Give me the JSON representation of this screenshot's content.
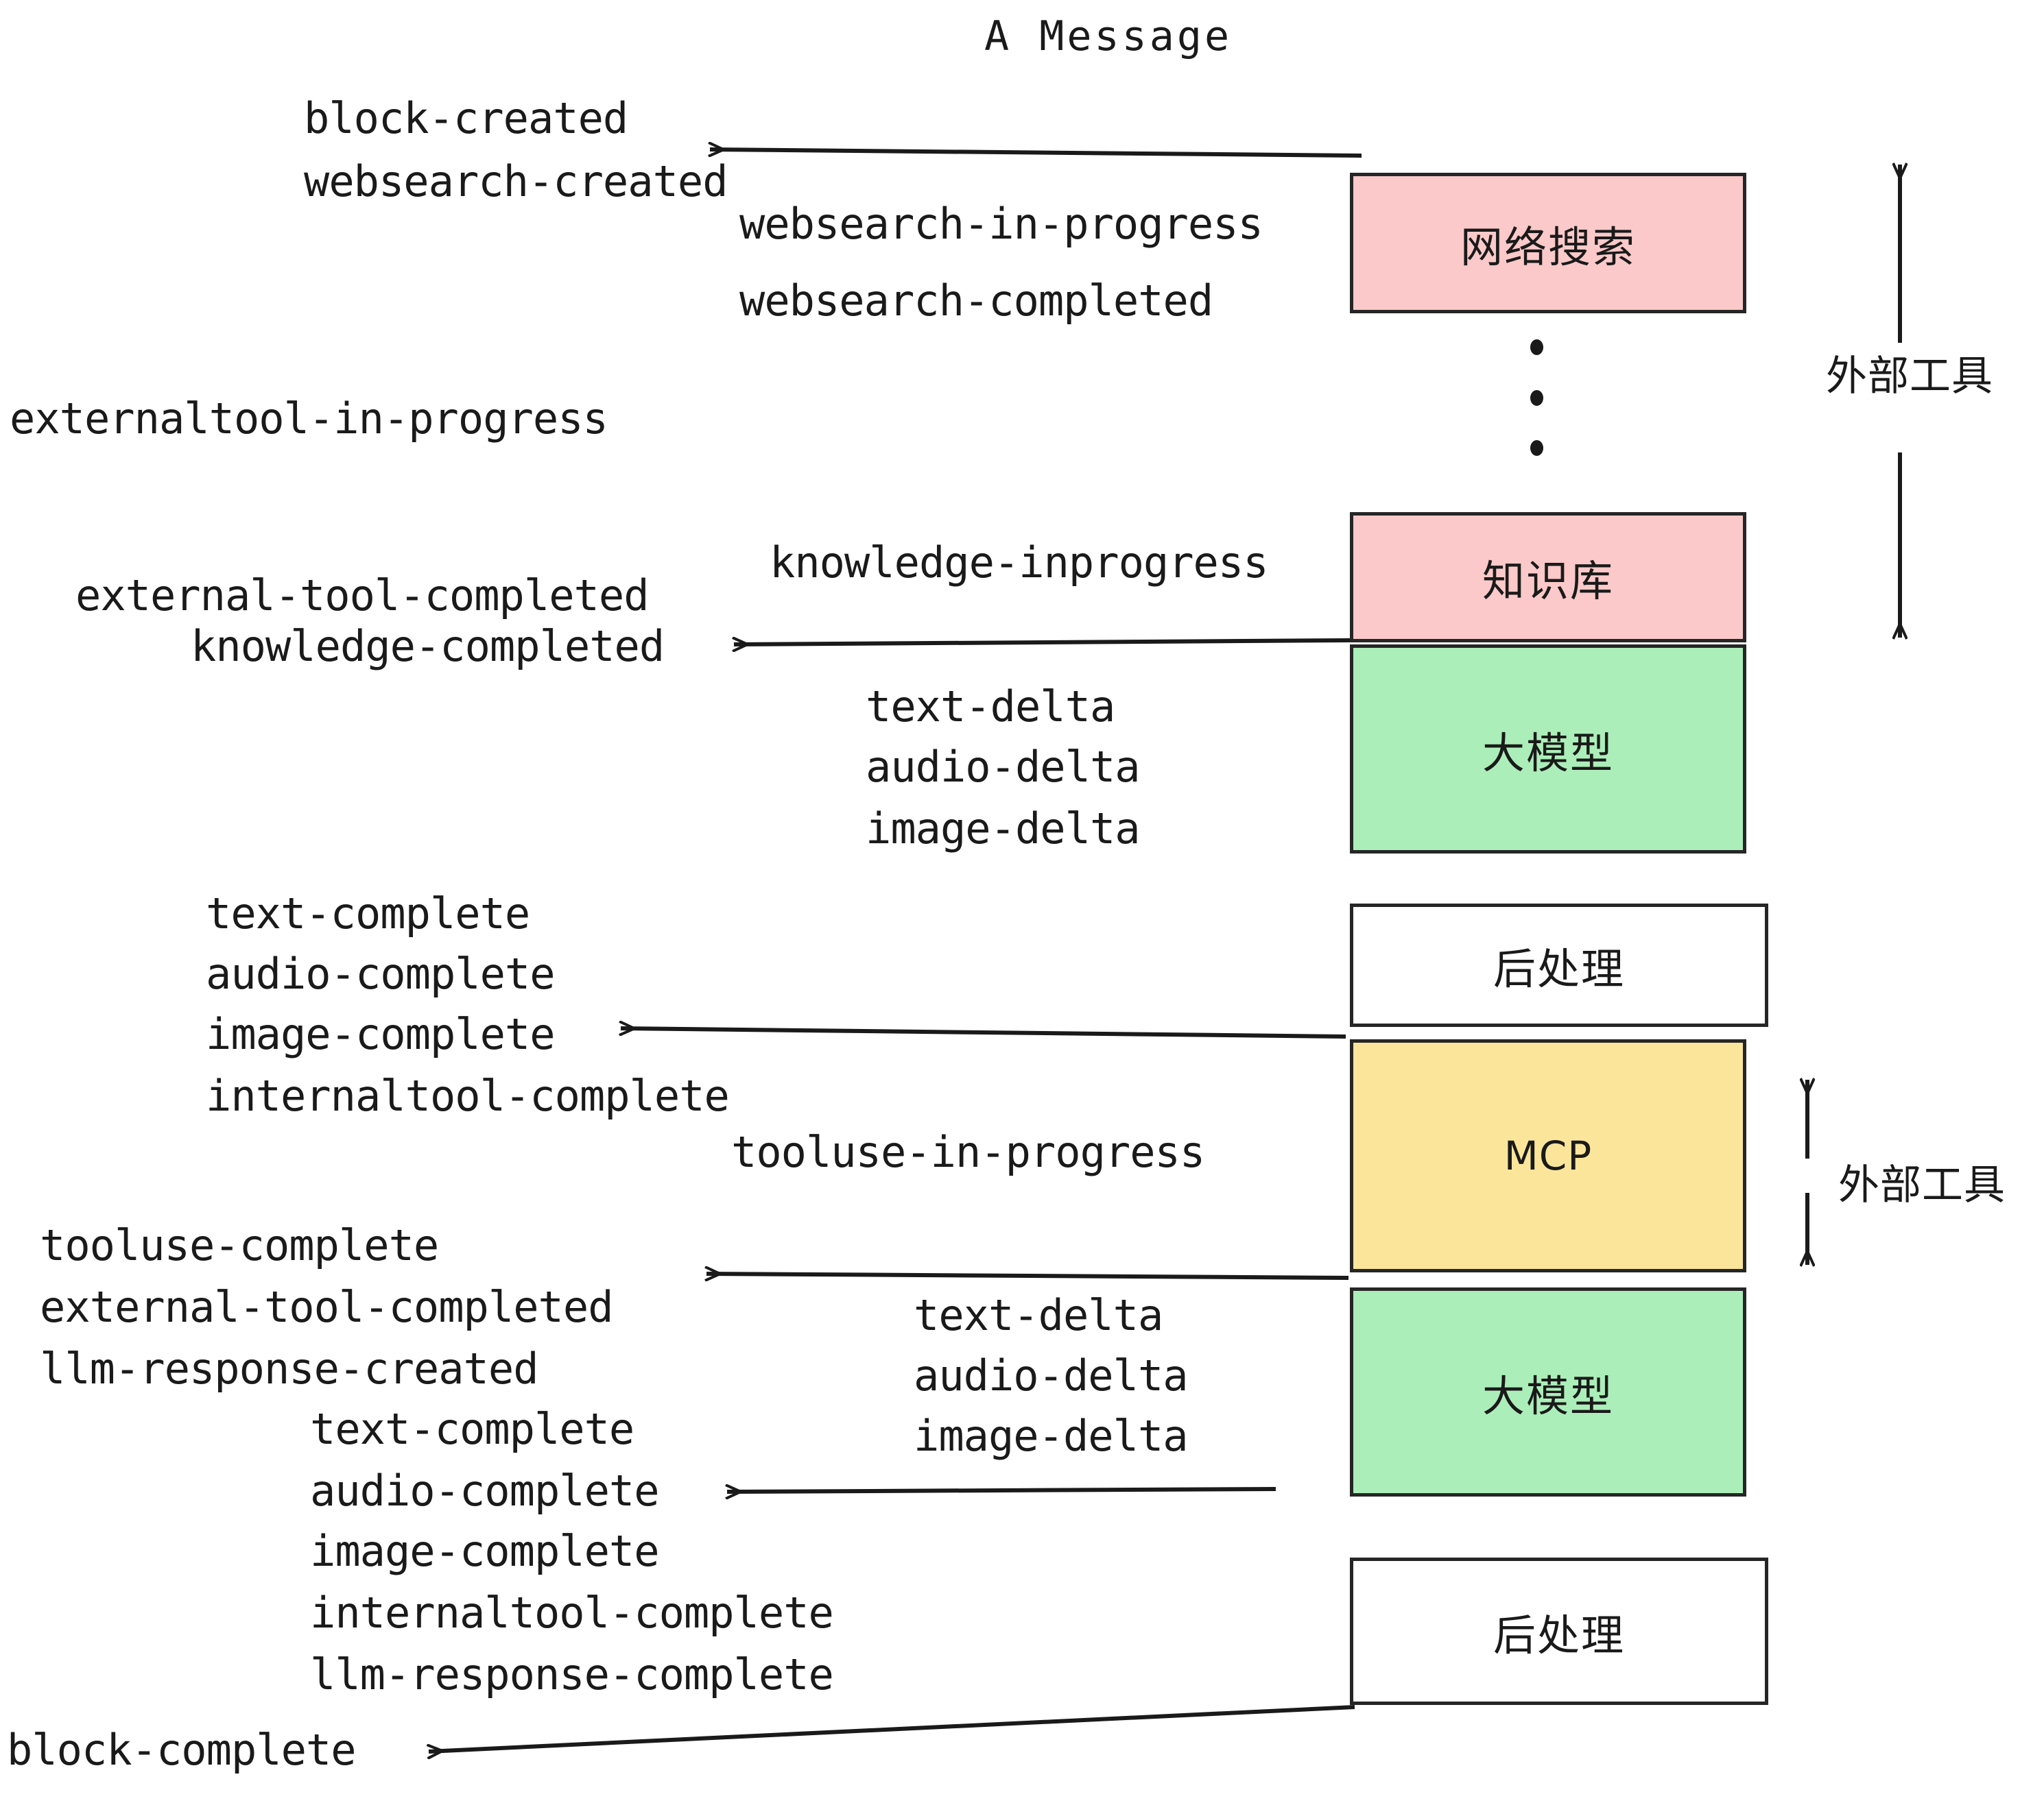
{
  "diagram": {
    "title": "A Message",
    "colors": {
      "pink": "#fbc9c9",
      "green": "#aceeb9",
      "yellow": "#fbe59a",
      "white": "#ffffff",
      "stroke": "#262626",
      "text": "#1a1a1a",
      "background": "#ffffff"
    },
    "nodes": [
      {
        "id": "websearch",
        "label": "网络搜索",
        "fill": "#fbc9c9"
      },
      {
        "id": "knowledge",
        "label": "知识库",
        "fill": "#fbc9c9"
      },
      {
        "id": "llm1",
        "label": "大模型",
        "fill": "#aceeb9"
      },
      {
        "id": "post1",
        "label": "后处理",
        "fill": "#ffffff"
      },
      {
        "id": "mcp",
        "label": "MCP",
        "fill": "#fbe59a"
      },
      {
        "id": "llm2",
        "label": "大模型",
        "fill": "#aceeb9"
      },
      {
        "id": "post2",
        "label": "后处理",
        "fill": "#ffffff"
      }
    ],
    "side_labels": [
      {
        "id": "external-tools-top",
        "label": "外部工具"
      },
      {
        "id": "external-tools-bottom",
        "label": "外部工具"
      }
    ],
    "events": {
      "block_created": "block-created",
      "websearch_created": "websearch-created",
      "websearch_in_progress": "websearch-in-progress",
      "websearch_completed": "websearch-completed",
      "externaltool_in_progress": "externaltool-in-progress",
      "knowledge_inprogress": "knowledge-inprogress",
      "external_tool_completed_1": "external-tool-completed",
      "knowledge_completed": "knowledge-completed",
      "text_delta_1": "text-delta",
      "audio_delta_1": "audio-delta",
      "image_delta_1": "image-delta",
      "text_complete_1": "text-complete",
      "audio_complete_1": "audio-complete",
      "image_complete_1": "image-complete",
      "internaltool_complete_1": "internaltool-complete",
      "tooluse_in_progress": "tooluse-in-progress",
      "tooluse_complete": "tooluse-complete",
      "external_tool_completed_2": "external-tool-completed",
      "llm_response_created": "llm-response-created",
      "text_delta_2": "text-delta",
      "audio_delta_2": "audio-delta",
      "image_delta_2": "image-delta",
      "text_complete_2": "text-complete",
      "audio_complete_2": "audio-complete",
      "image_complete_2": "image-complete",
      "internaltool_complete_2": "internaltool-complete",
      "llm_response_complete": "llm-response-complete",
      "block_complete": "block-complete"
    }
  }
}
